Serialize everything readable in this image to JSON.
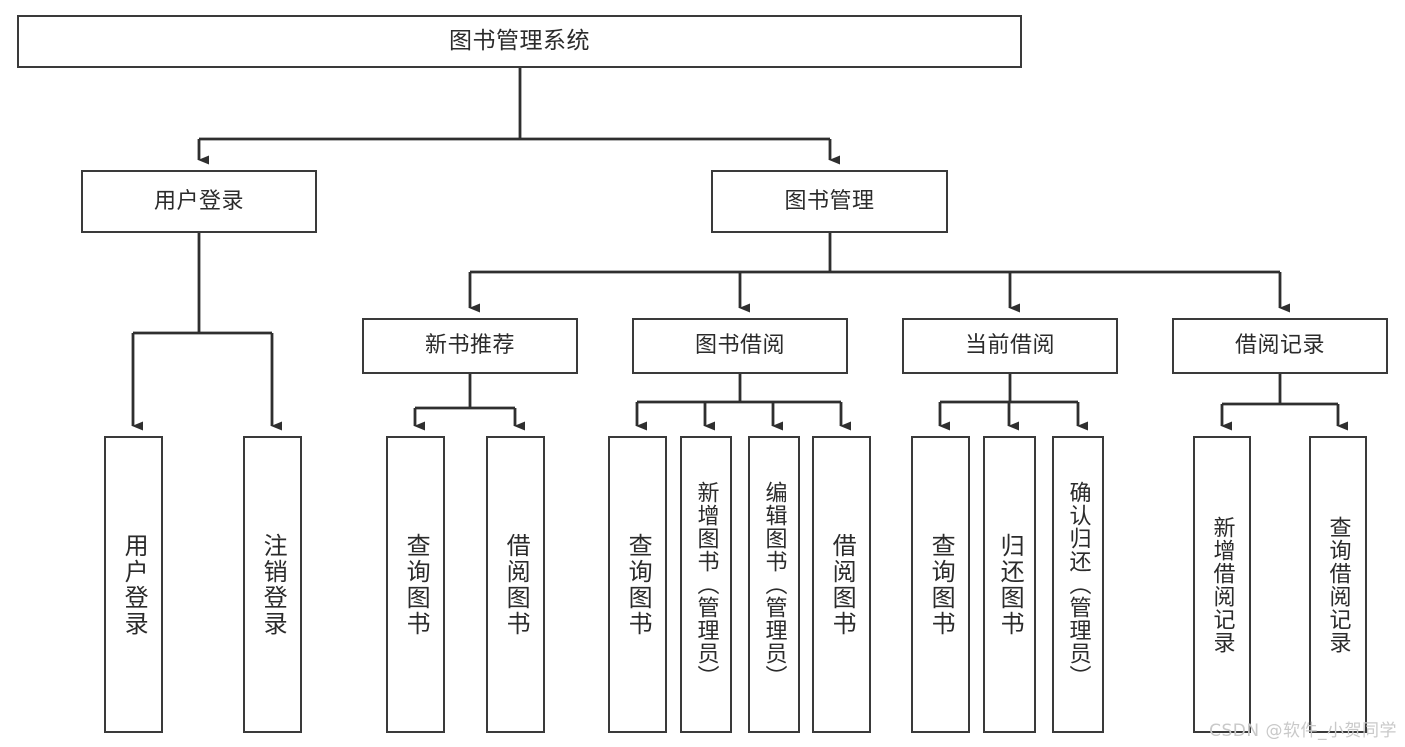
{
  "diagram": {
    "title": "图书管理系统",
    "type": "tree-hierarchy-chart",
    "watermark": "CSDN @软件_小贺同学",
    "colors": {
      "box_border": "#3a3a3a",
      "edge": "#2f2f2f",
      "background": "#ffffff",
      "text": "#2b2b2b",
      "watermark": "#c9c9c9"
    },
    "nodes": {
      "root": {
        "label": "图书管理系统"
      },
      "level2": [
        {
          "label": "用户登录"
        },
        {
          "label": "图书管理"
        }
      ],
      "level3": [
        {
          "label": "新书推荐"
        },
        {
          "label": "图书借阅"
        },
        {
          "label": "当前借阅"
        },
        {
          "label": "借阅记录"
        }
      ],
      "leaves": {
        "user_login": [
          {
            "label": "用户登录"
          },
          {
            "label": "注销登录"
          }
        ],
        "new_book": [
          {
            "label": "查询图书"
          },
          {
            "label": "借阅图书"
          }
        ],
        "book_borrow": [
          {
            "label": "查询图书"
          },
          {
            "label": "新增图书（管理员）"
          },
          {
            "label": "编辑图书（管理员）"
          },
          {
            "label": "借阅图书"
          }
        ],
        "current_borrow": [
          {
            "label": "查询图书"
          },
          {
            "label": "归还图书"
          },
          {
            "label": "确认归还（管理员）"
          }
        ],
        "borrow_record": [
          {
            "label": "新增借阅记录"
          },
          {
            "label": "查询借阅记录"
          }
        ]
      }
    }
  }
}
